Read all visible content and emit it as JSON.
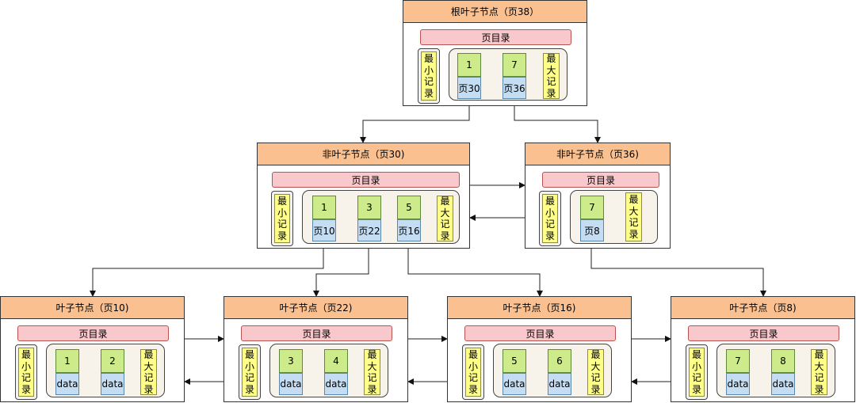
{
  "labels": {
    "page_directory": "页目录",
    "min_record": [
      "最",
      "小",
      "记",
      "录"
    ],
    "max_record": [
      "最",
      "大",
      "记",
      "录"
    ]
  },
  "pages": [
    {
      "id": "p38",
      "title": "根叶子节点（页38）",
      "records": [
        {
          "key": "1",
          "value": "页30"
        },
        {
          "key": "7",
          "value": "页36"
        }
      ]
    },
    {
      "id": "p30",
      "title": "非叶子节点（页30)",
      "records": [
        {
          "key": "1",
          "value": "页10"
        },
        {
          "key": "3",
          "value": "页22"
        },
        {
          "key": "5",
          "value": "页16"
        }
      ]
    },
    {
      "id": "p36",
      "title": "非叶子节点（页36)",
      "records": [
        {
          "key": "7",
          "value": "页8"
        }
      ]
    },
    {
      "id": "p10",
      "title": "叶子节点（页10)",
      "records": [
        {
          "key": "1",
          "value": "data"
        },
        {
          "key": "2",
          "value": "data"
        }
      ]
    },
    {
      "id": "p22",
      "title": "叶子节点（页22)",
      "records": [
        {
          "key": "3",
          "value": "data"
        },
        {
          "key": "4",
          "value": "data"
        }
      ]
    },
    {
      "id": "p16",
      "title": "叶子节点（页16)",
      "records": [
        {
          "key": "5",
          "value": "data"
        },
        {
          "key": "6",
          "value": "data"
        }
      ]
    },
    {
      "id": "p8",
      "title": "叶子节点（页8)",
      "records": [
        {
          "key": "7",
          "value": "data"
        },
        {
          "key": "8",
          "value": "data"
        }
      ]
    }
  ]
}
